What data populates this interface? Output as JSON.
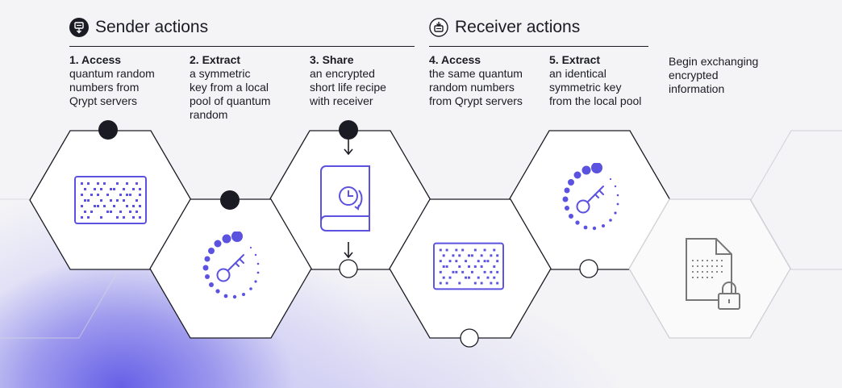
{
  "headers": {
    "sender": {
      "label": "Sender actions",
      "icon": "sender-device-icon"
    },
    "receiver": {
      "label": "Receiver actions",
      "icon": "receiver-device-icon"
    }
  },
  "steps": [
    {
      "title": "1. Access",
      "lines": [
        "quantum random",
        "numbers from",
        "Qrypt servers"
      ]
    },
    {
      "title": "2. Extract",
      "lines": [
        "a symmetric",
        "key from a local",
        "pool of quantum",
        "random"
      ]
    },
    {
      "title": "3. Share",
      "lines": [
        "an encrypted",
        "short life recipe",
        "with receiver"
      ]
    },
    {
      "title": "4. Access",
      "lines": [
        "the same quantum",
        "random numbers",
        "from Qrypt servers"
      ]
    },
    {
      "title": "5. Extract",
      "lines": [
        "an identical",
        "symmetric key",
        "from the local pool"
      ]
    },
    {
      "title": "",
      "lines": [
        "Begin exchanging",
        "encrypted",
        "information"
      ]
    }
  ],
  "icons": {
    "hex1": "random-number-grid-icon",
    "hex2": "quantum-key-icon",
    "hex3": "recipe-book-clock-icon",
    "hex4": "random-number-grid-icon",
    "hex5": "quantum-key-icon",
    "hex6": "encrypted-document-lock-icon"
  },
  "colors": {
    "accent": "#5b52e0",
    "ink": "#1b1b24",
    "hex_fill": "#ffffff",
    "hex_faded_stroke": "#cfcfd6",
    "icon_faded": "#777777"
  }
}
